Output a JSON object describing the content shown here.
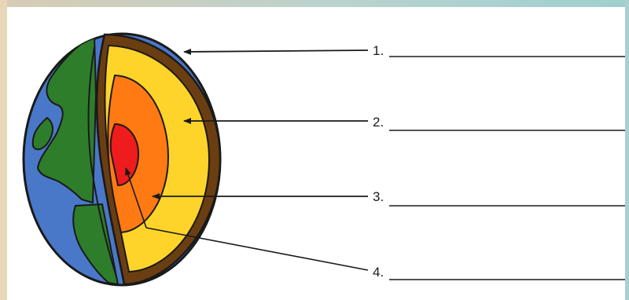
{
  "labels": [
    {
      "number": "1."
    },
    {
      "number": "2."
    },
    {
      "number": "3."
    },
    {
      "number": "4."
    }
  ],
  "colors": {
    "ocean": "#4a78c8",
    "land": "#2e7d2a",
    "crust": "#6b3e12",
    "mantle": "#ffd42a",
    "outer_core": "#ff7a12",
    "inner_core": "#ee1c1c"
  }
}
